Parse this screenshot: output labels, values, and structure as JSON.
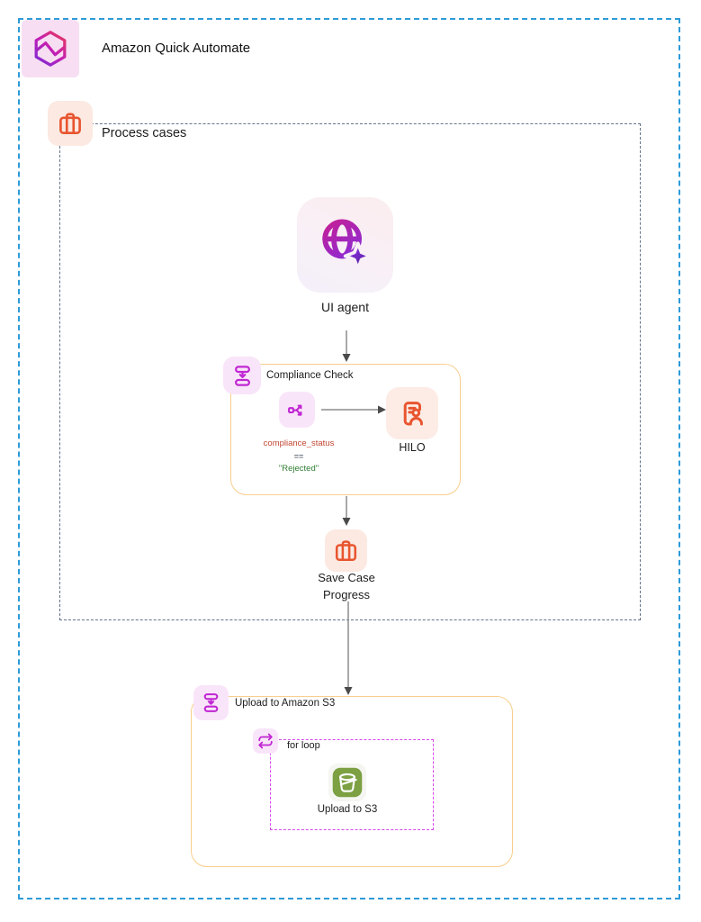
{
  "app": {
    "title": "Amazon Quick Automate"
  },
  "colors": {
    "canvas_border": "#2E9BD8",
    "group_border": "#64748B",
    "node_box_border": "#F7CE8B",
    "loop_border": "#D946EF",
    "accent_magenta": "#C026D3",
    "accent_orange": "#E8552F",
    "bucket_green": "#7CA042",
    "condition_variable": "#C14631",
    "condition_operator": "#6B7280",
    "condition_value": "#2F7D33"
  },
  "process_group": {
    "label": "Process cases",
    "ui_agent": {
      "label": "UI agent"
    },
    "compliance_check": {
      "label": "Compliance Check",
      "condition": {
        "variable": "compliance_status",
        "operator": "==",
        "value": "\"Rejected\""
      },
      "hilo": {
        "label": "HILO"
      }
    },
    "save_case": {
      "label_line1": "Save Case",
      "label_line2": "Progress"
    }
  },
  "upload_group": {
    "label": "Upload to Amazon S3",
    "for_loop": {
      "label": "for loop",
      "upload_s3": {
        "label": "Upload to S3"
      }
    }
  }
}
